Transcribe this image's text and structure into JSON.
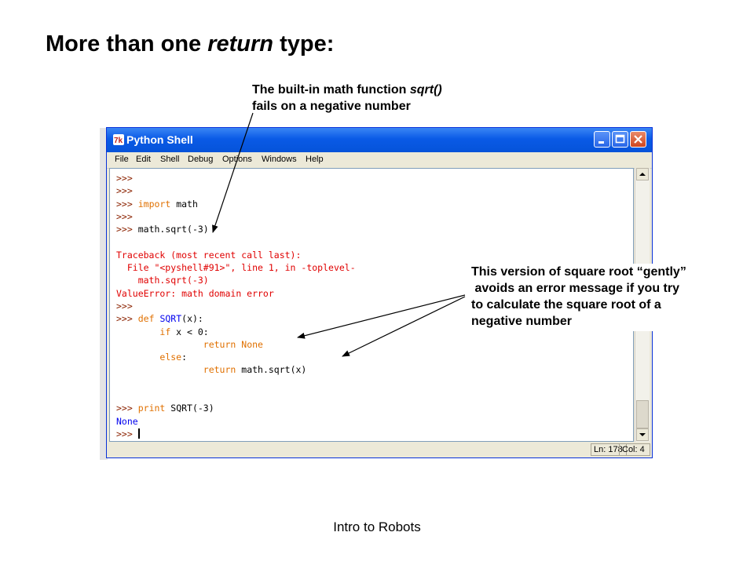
{
  "slide": {
    "title_pre": "More than one ",
    "title_em": "return",
    "title_post": " type:",
    "footer": "Intro to Robots"
  },
  "annotations": {
    "sqrt_line1_pre": "The built-in math function ",
    "sqrt_line1_em": "sqrt()",
    "sqrt_line2": "fails on a negative number",
    "gently_lines": [
      "This version of square root “gently”",
      " avoids an error message if you try",
      "to calculate the square root of a",
      "negative number"
    ]
  },
  "window": {
    "title": "Python Shell",
    "menu": [
      "File",
      "Edit",
      "Shell",
      "Debug",
      "Options",
      "Windows",
      "Help"
    ],
    "status": {
      "line": "Ln: 178",
      "col": "Col: 4"
    }
  },
  "code": {
    "prompt": ">>>",
    "import_kw": "import",
    "import_mod": "math",
    "call": "math.sqrt(-3)",
    "tb1": "Traceback (most recent call last):",
    "tb2": "  File \"<pyshell#91>\", line 1, in -toplevel-",
    "tb3": "    math.sqrt(-3)",
    "tb4": "ValueError: math domain error",
    "def_kw": "def",
    "def_name": "SQRT",
    "def_args": "(x):",
    "if_kw": "if",
    "if_cond": " x < 0:",
    "return_kw": "return",
    "none_kw": "None",
    "else_kw": "else",
    "else_colon": ":",
    "ret2_expr": "math.sqrt(x)",
    "print_kw": "print",
    "print_expr": " SQRT(-3)",
    "output": "None"
  },
  "colors": {
    "prompt": "#8b2200",
    "keyword": "#e07000",
    "function_name": "#0000ee",
    "error": "#e00000",
    "output": "#0000ee"
  }
}
